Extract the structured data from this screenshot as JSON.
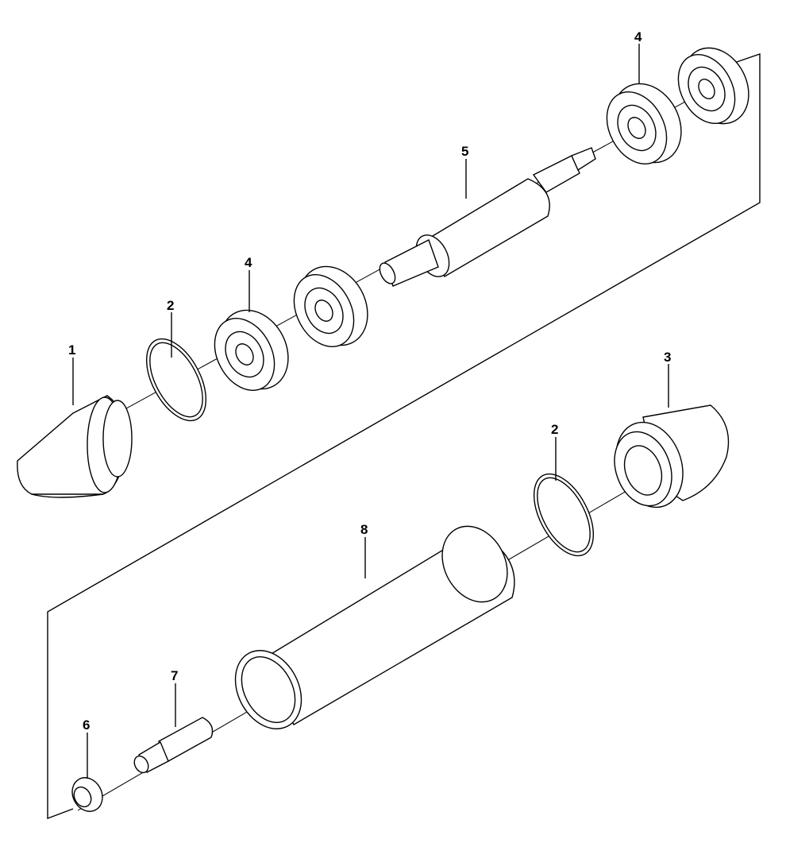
{
  "diagram": {
    "callouts": [
      {
        "id": "c1",
        "label": "1"
      },
      {
        "id": "c2a",
        "label": "2"
      },
      {
        "id": "c2b",
        "label": "2"
      },
      {
        "id": "c3",
        "label": "3"
      },
      {
        "id": "c4a",
        "label": "4"
      },
      {
        "id": "c4b",
        "label": "4"
      },
      {
        "id": "c5",
        "label": "5"
      },
      {
        "id": "c6",
        "label": "6"
      },
      {
        "id": "c7",
        "label": "7"
      },
      {
        "id": "c8",
        "label": "8"
      }
    ]
  }
}
